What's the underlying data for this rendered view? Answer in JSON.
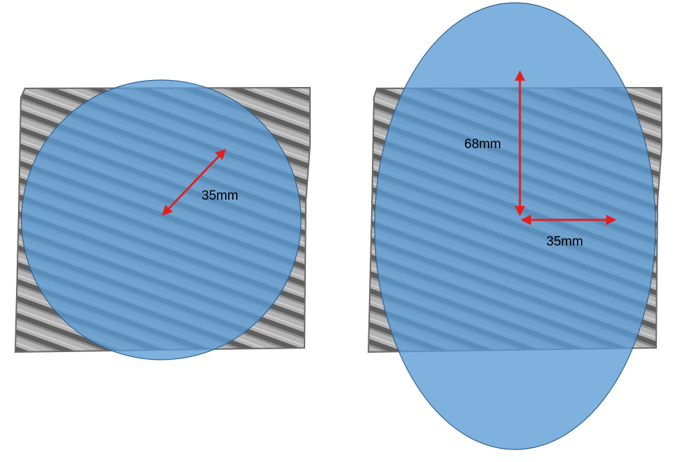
{
  "panels": [
    {
      "id": "circle",
      "labels": {
        "radius": "35mm"
      }
    },
    {
      "id": "ellipse",
      "labels": {
        "vertical": "68mm",
        "horizontal": "35mm"
      }
    }
  ],
  "colors": {
    "overlay_fill": "#5b9bd5",
    "overlay_stroke": "#2e5f8f",
    "arrow": "#e02020",
    "block_dark": "#5a5a5a",
    "block_light": "#a8a8a8"
  }
}
